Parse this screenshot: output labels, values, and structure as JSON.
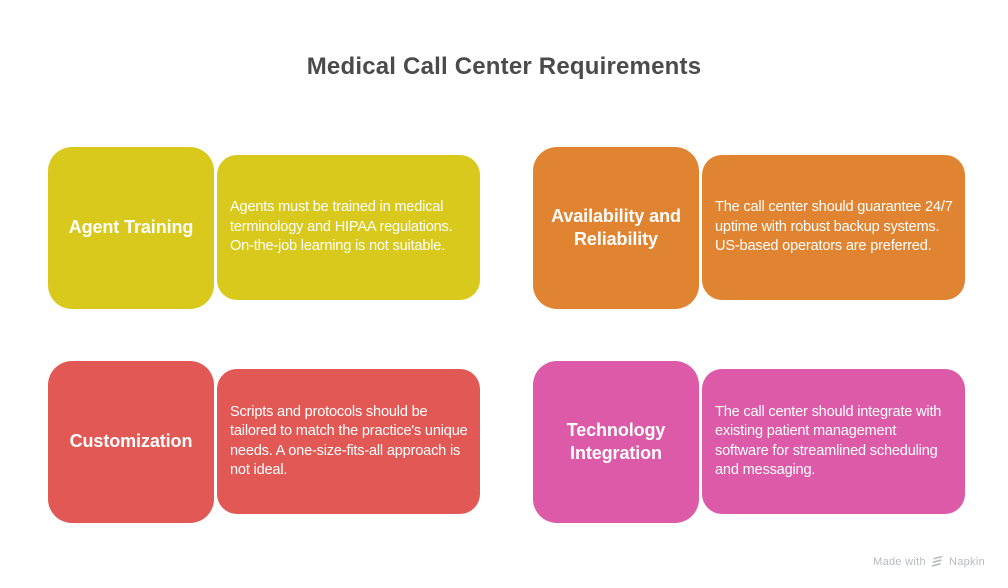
{
  "page": {
    "title": "Medical Call Center Requirements",
    "title_color": "#4b4b4b",
    "background": "#ffffff"
  },
  "cards": [
    {
      "title": "Agent Training",
      "description": "Agents must be trained in medical terminology and HIPAA regulations. On-the-job learning is not suitable.",
      "color": "#d9c91c",
      "text_color": "#ffffff"
    },
    {
      "title": "Availability and Reliability",
      "description": "The call center should guarantee 24/7 uptime with robust backup systems. US-based operators are preferred.",
      "color": "#e08432",
      "text_color": "#ffffff"
    },
    {
      "title": "Customization",
      "description": "Scripts and protocols should be tailored to match the practice's unique needs. A one-size-fits-all approach is not ideal.",
      "color": "#e25854",
      "text_color": "#ffffff"
    },
    {
      "title": "Technology Integration",
      "description": "The call center should integrate with existing patient management software for streamlined scheduling and messaging.",
      "color": "#dc5aa7",
      "text_color": "#ffffff"
    }
  ],
  "footer": {
    "made_with_label": "Made with",
    "brand_label": "Napkin",
    "color": "#b7bbc1",
    "logo_icon": "napkin-logo-icon"
  }
}
